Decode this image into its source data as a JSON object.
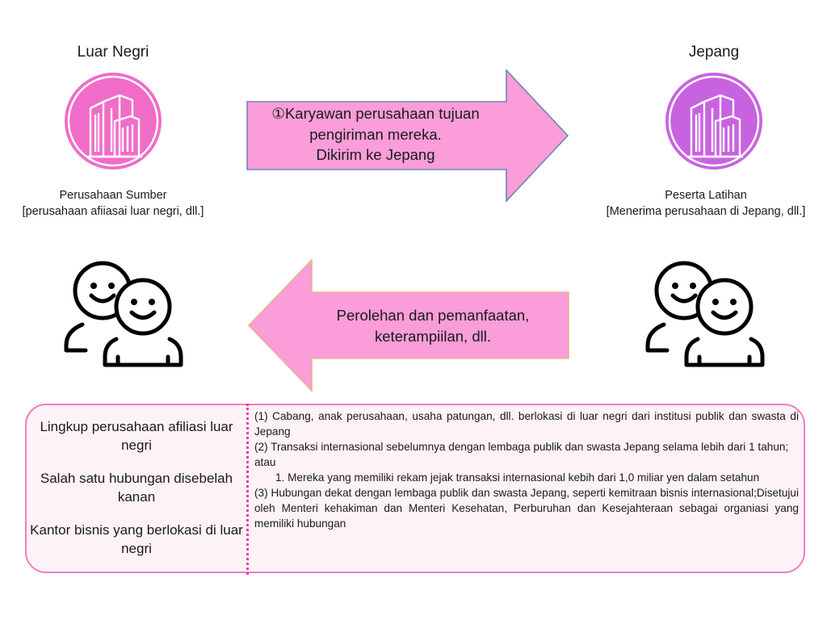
{
  "left_side": {
    "title": "Luar Negri",
    "caption_line1": "Perusahaan Sumber",
    "caption_line2": "[perusahaan afiiasai luar negri, dll.]"
  },
  "right_side": {
    "title": "Jepang",
    "caption_line1": "Peserta Latihan",
    "caption_line2": "[Menerima perusahaan di Jepang, dll.]"
  },
  "top_arrow": {
    "line1": "①Karyawan perusahaan tujuan",
    "line2": "pengiriman mereka.",
    "line3": "Dikirim ke Jepang"
  },
  "bottom_arrow": {
    "line1": "Perolehan dan pemanfaatan,",
    "line2": "keterampiilan, dll."
  },
  "panel": {
    "left_items": [
      "Lingkup perusahaan afiliasi luar negri",
      "Salah satu hubungan disebelah kanan",
      "Kantor bisnis yang berlokasi di luar negri"
    ],
    "right_lines": [
      "(1) Cabang, anak perusahaan, usaha patungan, dll. berlokasi di luar negri dari institusi publik dan swasta di Jepang",
      "(2) Transaksi internasional sebelumnya dengan lembaga publik dan swasta Jepang selama lebih dari 1 tahun;",
      "atau",
      "1. Mereka yang memiliki rekam jejak transaksi internasional kebih dari 1,0 miliar yen dalam setahun",
      "(3) Hubungan dekat dengan lembaga publik dan swasta Jepang, seperti kemitraan bisnis internasional;Disetujui oleh Menteri kehakiman dan Menteri Kesehatan, Perburuhan dan Kesejahteraan sebagai organiasi yang memiliki hubungan"
    ]
  },
  "colors": {
    "left_building": "#f06cc8",
    "right_building": "#c863e0",
    "arrow_fill": "#fa9dd8",
    "arrow_stroke_top": "#6b86b8",
    "arrow_stroke_bottom": "#e3b48e",
    "panel_border": "#f07cc3",
    "divider": "#f03aa8"
  },
  "icons": {
    "left_top": "building-icon",
    "right_top": "building-icon",
    "left_bottom": "people-icon",
    "right_bottom": "people-icon",
    "top_arrow": "arrow-right",
    "bottom_arrow": "arrow-left"
  }
}
